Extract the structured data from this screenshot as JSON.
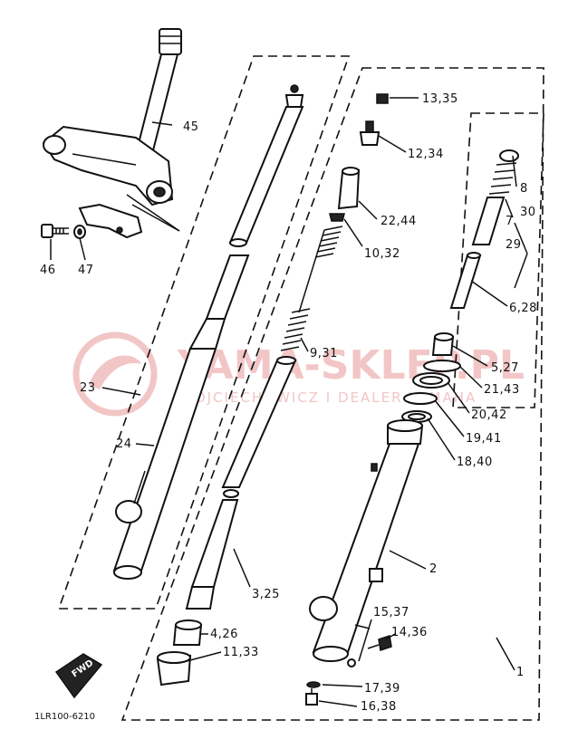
{
  "watermark": {
    "title": "YAMA-SKLEP.PL",
    "subtitle": "WOJCIECHOWICZ I DEALER YAMAHA"
  },
  "diagram_code": "1LR100-6210",
  "direction_marker": "FWD",
  "callouts": {
    "c45": "45",
    "c46": "46",
    "c47": "47",
    "c23": "23",
    "c24": "24",
    "c13_35": "13,35",
    "c12_34": "12,34",
    "c22_44": "22,44",
    "c10_32": "10,32",
    "c9_31": "9,31",
    "c8": "8",
    "c30": "30",
    "c7": "7",
    "c29": "29",
    "c6_28": "6,28",
    "c5_27": "5,27",
    "c21_43": "21,43",
    "c20_42": "20,42",
    "c19_41": "19,41",
    "c18_40": "18,40",
    "c2": "2",
    "c3_25": "3,25",
    "c4_26": "4,26",
    "c11_33": "11,33",
    "c15_37": "15,37",
    "c14_36": "14,36",
    "c17_39": "17,39",
    "c16_38": "16,38",
    "c1": "1"
  }
}
